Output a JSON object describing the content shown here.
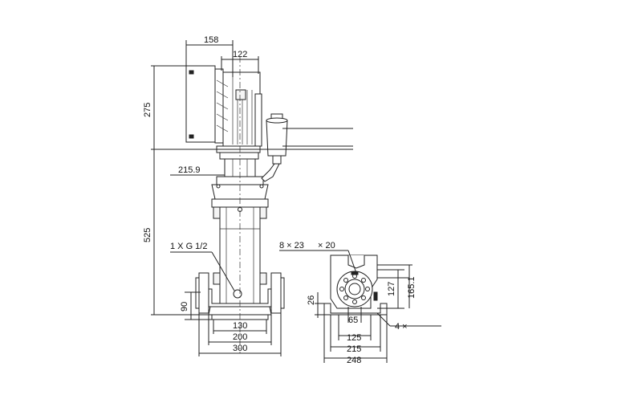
{
  "dimensions": {
    "d158": "158",
    "d122": "122",
    "d275": "275",
    "d215_9": "215.9",
    "d525": "525",
    "d1xg": "1 X G 1/2",
    "d90": "90",
    "d130": "130",
    "d200": "200",
    "d300": "300",
    "d8x23": "8 × 23",
    "dx20": "× 20",
    "d26": "26",
    "d127": "127",
    "d165_1": "165.1",
    "d65": "65",
    "d125": "125",
    "d4x": "4 ×",
    "d215": "215",
    "d248": "248"
  },
  "colors": {
    "line": "#222222",
    "background": "#ffffff"
  }
}
